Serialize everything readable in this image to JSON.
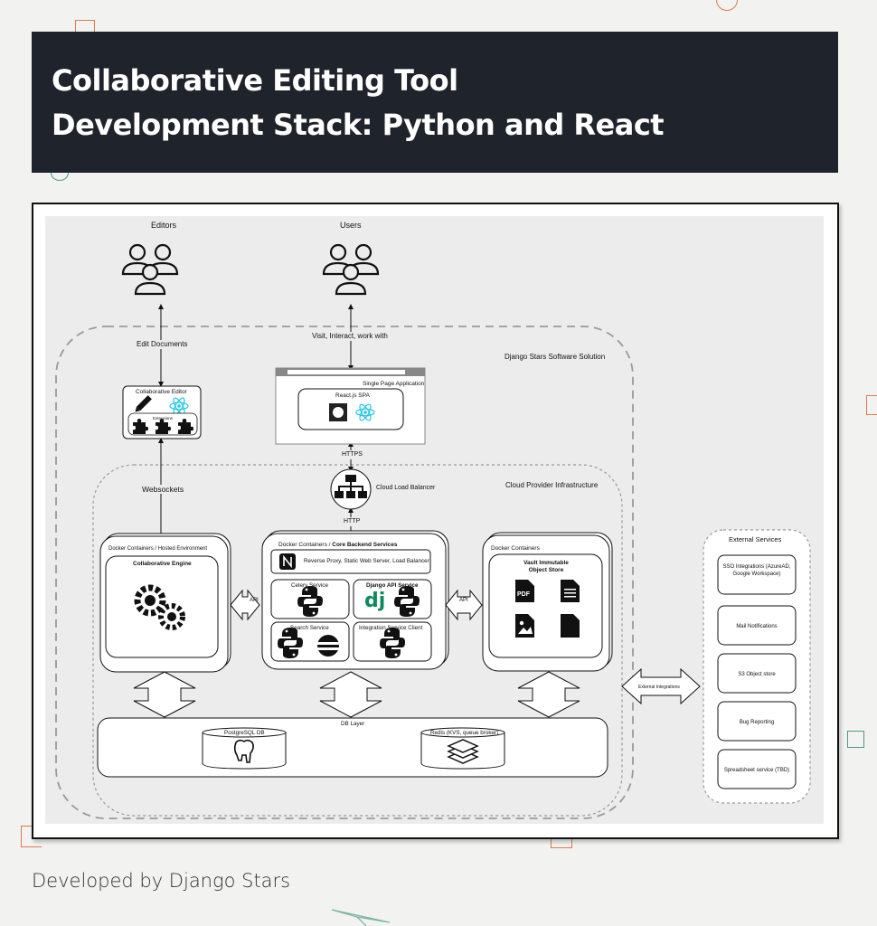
{
  "header": {
    "title_line1": "Collaborative Editing Tool",
    "title_line2": "Development Stack: Python and React"
  },
  "footer": {
    "text": "Developed by Django Stars"
  },
  "diagram": {
    "actors": {
      "editors": "Editors",
      "users": "Users"
    },
    "edges": {
      "edit_documents": "Edit Documents",
      "visit_interact": "Visit, Interact, work with",
      "websockets": "Websockets",
      "https": "HTTPS",
      "http": "HTTP",
      "api_left": "API",
      "api_right": "API",
      "external_integrations": "External Integrations"
    },
    "boundaries": {
      "software_solution": "Django Stars Software Solution",
      "cloud_infra": "Cloud Provider Infrastructure"
    },
    "collab_editor": {
      "title": "Collaborative Editor",
      "extensions": "Extensions"
    },
    "spa": {
      "window_title": "Single Page Application",
      "inner": "React.js SPA"
    },
    "load_balancer": "Cloud Load Balancer",
    "engine_group": {
      "label": "Docker Containers / Hosted Environment",
      "title": "Collaborative Engine"
    },
    "backend_group": {
      "label_prefix": "Docker Containers / ",
      "label_bold": "Core Backend Services",
      "proxy": "Reverse Proxy, Static Web Server, Load Balancer",
      "celery": "Celery Service",
      "django_api": "Django API Service",
      "search": "Search Service",
      "integration": "Integration Service Client"
    },
    "vault_group": {
      "label": "Docker Containers",
      "title_line1": "Vault Immutable",
      "title_line2": "Object Store",
      "pdf": "PDF"
    },
    "db_layer": {
      "title": "DB Layer",
      "postgres": "PostgreSQL DB",
      "redis": "Redis (KVS, queue broker)"
    },
    "external": {
      "title": "External Services",
      "items": [
        "SSO Integrations (AzureAD, Google Workspace)",
        "Mail Notifications",
        "S3 Object store",
        "Bug Reporting",
        "Spreadsheet service (TBD)"
      ]
    }
  },
  "colors": {
    "banner": "#1f232b",
    "react": "#24c6e6",
    "django": "#0c8a5a",
    "deco": "#e07a4f",
    "deco_teal": "#4f9a8a"
  },
  "icons": [
    "users-group-icon",
    "pencil-icon",
    "react-icon",
    "puzzle-icon",
    "nginx-icon",
    "python-icon",
    "django-icon",
    "elastic-icon",
    "gears-icon",
    "pdf-file-icon",
    "document-icon",
    "image-file-icon",
    "file-icon",
    "postgres-icon",
    "redis-icon",
    "network-icon"
  ]
}
